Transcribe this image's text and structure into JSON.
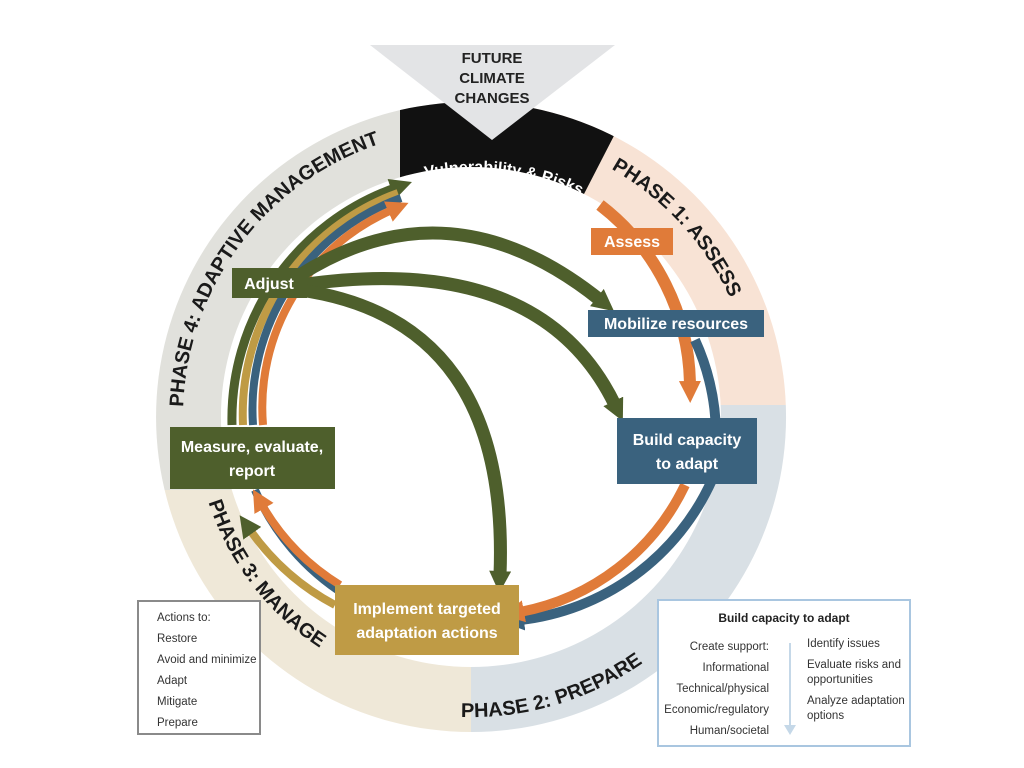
{
  "top": {
    "line1": "FUTURE",
    "line2": "CLIMATE",
    "line3": "CHANGES"
  },
  "center_band": "Vulnerability & Risks",
  "phases": {
    "p1": "PHASE 1: ASSESS",
    "p2": "PHASE 2: PREPARE",
    "p3": "PHASE 3: MANAGE",
    "p4": "PHASE 4: ADAPTIVE MANAGEMENT"
  },
  "steps": {
    "assess": "Assess",
    "mobilize": "Mobilize resources",
    "build1": "Build capacity",
    "build2": "to adapt",
    "implement1": "Implement targeted",
    "implement2": "adaptation actions",
    "measure1": "Measure, evaluate,",
    "measure2": "report",
    "adjust": "Adjust"
  },
  "actions_box": {
    "title": "Actions to:",
    "items": [
      "Restore",
      "Avoid and minimize",
      "Adapt",
      "Mitigate",
      "Prepare"
    ]
  },
  "capacity_box": {
    "title": "Build capacity to adapt",
    "left_heading": "Create support:",
    "left_items": [
      "Informational",
      "Technical/physical",
      "Economic/regulatory",
      "Human/societal"
    ],
    "right_items": [
      "Identify issues",
      "Evaluate risks and opportunities",
      "Analyze adaptation options"
    ]
  },
  "colors": {
    "orange": "#e07b39",
    "blue": "#3a627e",
    "green": "#4e5f2c",
    "gold": "#bf9b45",
    "black": "#111111"
  }
}
